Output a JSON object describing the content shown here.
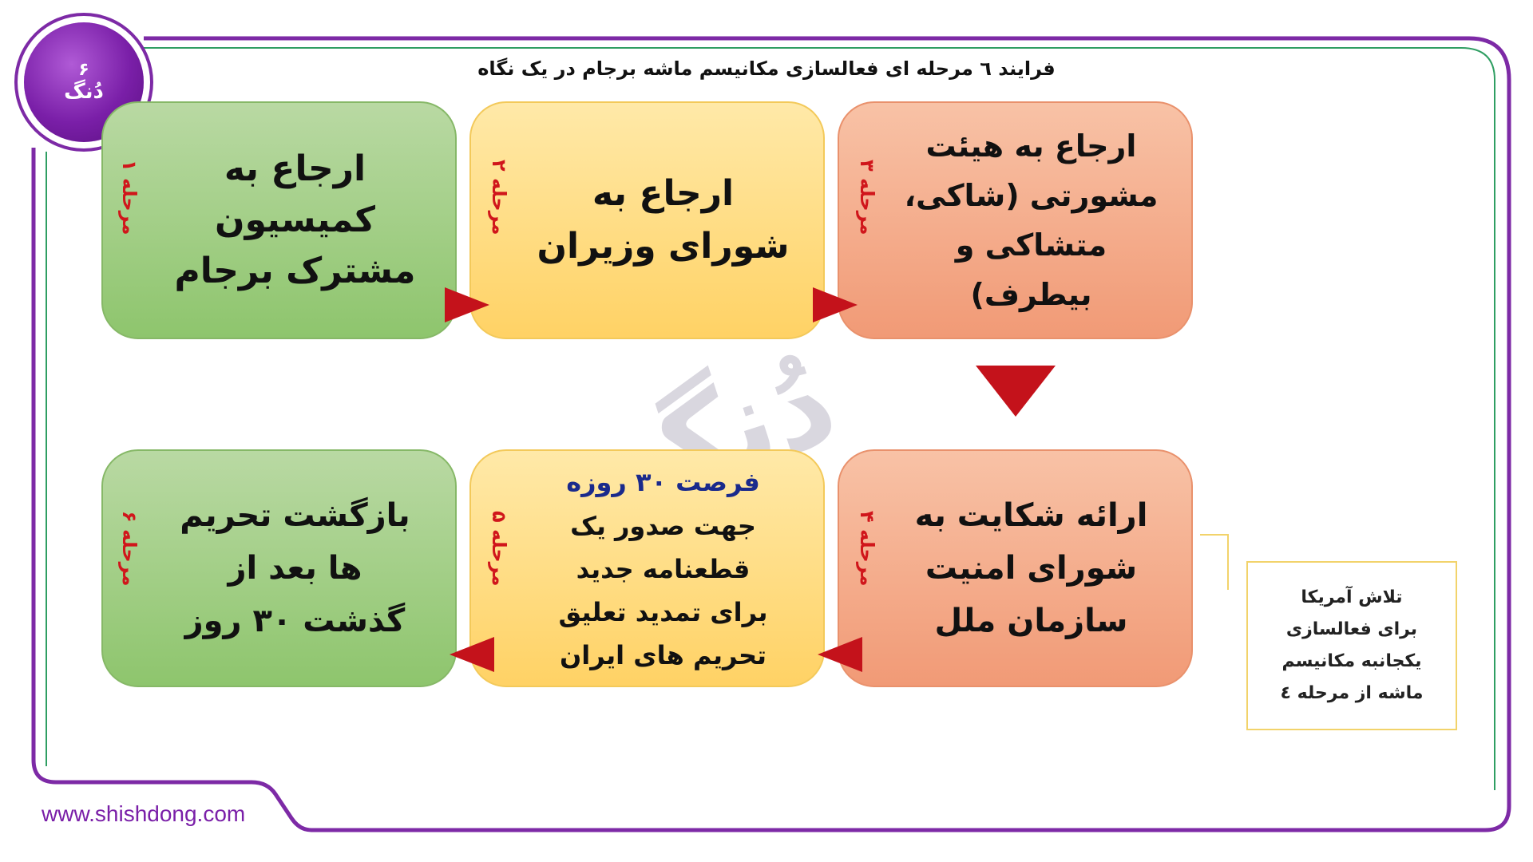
{
  "logo": {
    "number": "۶",
    "text": "دُنگ"
  },
  "title": "فرایند ٦ مرحله ای فعالسازی مکانیسم ماشه برجام در یک نگاه",
  "stages": [
    {
      "label": "مرحله ۱",
      "text": "ارجاع به\nکمیسیون\nمشترک برجام",
      "color": "green"
    },
    {
      "label": "مرحله ۲",
      "text": "ارجاع به\nشورای وزیران",
      "color": "yellow"
    },
    {
      "label": "مرحله ۳",
      "text": "ارجاع به هیئت\nمشورتی (شاکی،\nمتشاکی و\nبیطرف)",
      "color": "red"
    },
    {
      "label": "مرحله ۴",
      "text": "ارائه شکایت به\nشورای امنیت\nسازمان ملل",
      "color": "red"
    },
    {
      "label": "مرحله ۵",
      "text_highlight": "فرصت ۳۰ روزه",
      "text": "جهت صدور یک\nقطعنامه جدید\nبرای تمدید تعلیق\nتحریم های ایران",
      "color": "yellow"
    },
    {
      "label": "مرحله ۶",
      "text": "بازگشت تحریم\nها بعد از\nگذشت ۳۰ روز",
      "color": "green"
    }
  ],
  "watermark": "دُنگ",
  "note": "تلاش آمریکا\nبرای فعالسازی\nیکجانبه مکانیسم\nماشه از مرحله ٤",
  "website": "www.shishdong.com",
  "colors": {
    "accent": "#7a1fa8",
    "arrow": "#c4121b",
    "step_label": "#d0161b",
    "note_border": "#f2d36b"
  }
}
